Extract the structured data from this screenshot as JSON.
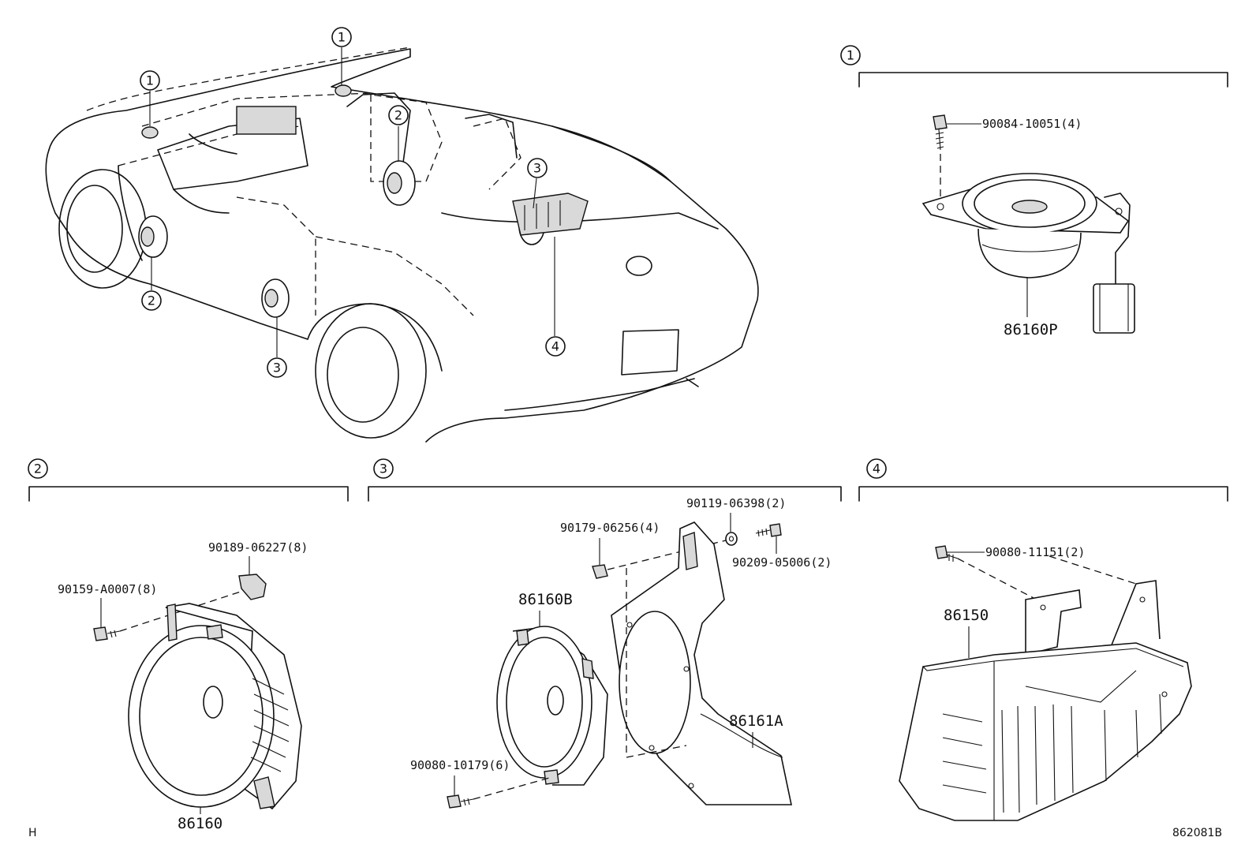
{
  "callouts": {
    "c1": "1",
    "c2": "2",
    "c3": "3",
    "c4": "4"
  },
  "section1": {
    "bolt": "90084-10051(4)",
    "speaker": "86160P"
  },
  "section2": {
    "nut": "90189-06227(8)",
    "screw": "90159-A0007(8)",
    "speaker": "86160"
  },
  "section3": {
    "washer": "90119-06398(2)",
    "nut": "90179-06256(4)",
    "bolt": "90209-05006(2)",
    "speaker": "86160B",
    "bracket": "86161A",
    "screw": "90080-10179(6)"
  },
  "section4": {
    "bolt": "90080-11151(2)",
    "amplifier": "86150"
  },
  "footer": {
    "left_code": "H",
    "figure_code": "862081B"
  }
}
